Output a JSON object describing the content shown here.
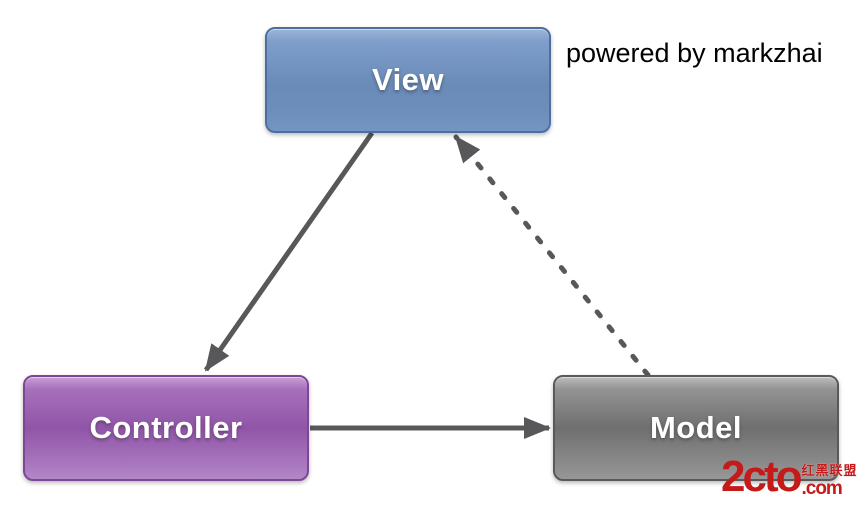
{
  "annotation": {
    "powered_by": "powered by markzhai"
  },
  "diagram": {
    "type": "mvc-flow",
    "nodes": [
      {
        "id": "view",
        "label": "View",
        "fill": "#6e8ebb",
        "border": "#4c6f9f"
      },
      {
        "id": "controller",
        "label": "Controller",
        "fill": "#9a63b0",
        "border": "#7d4795"
      },
      {
        "id": "model",
        "label": "Model",
        "fill": "#7c7c7c",
        "border": "#595959"
      }
    ],
    "edges": [
      {
        "from": "View",
        "to": "Controller",
        "style": "solid"
      },
      {
        "from": "Controller",
        "to": "Model",
        "style": "solid"
      },
      {
        "from": "Model",
        "to": "View",
        "style": "dashed"
      }
    ],
    "arrow_color": "#58585a"
  },
  "watermark": {
    "logo": "2cto",
    "site_name": "红黑联盟",
    "suffix": ".com",
    "color": "#c41a1a"
  }
}
